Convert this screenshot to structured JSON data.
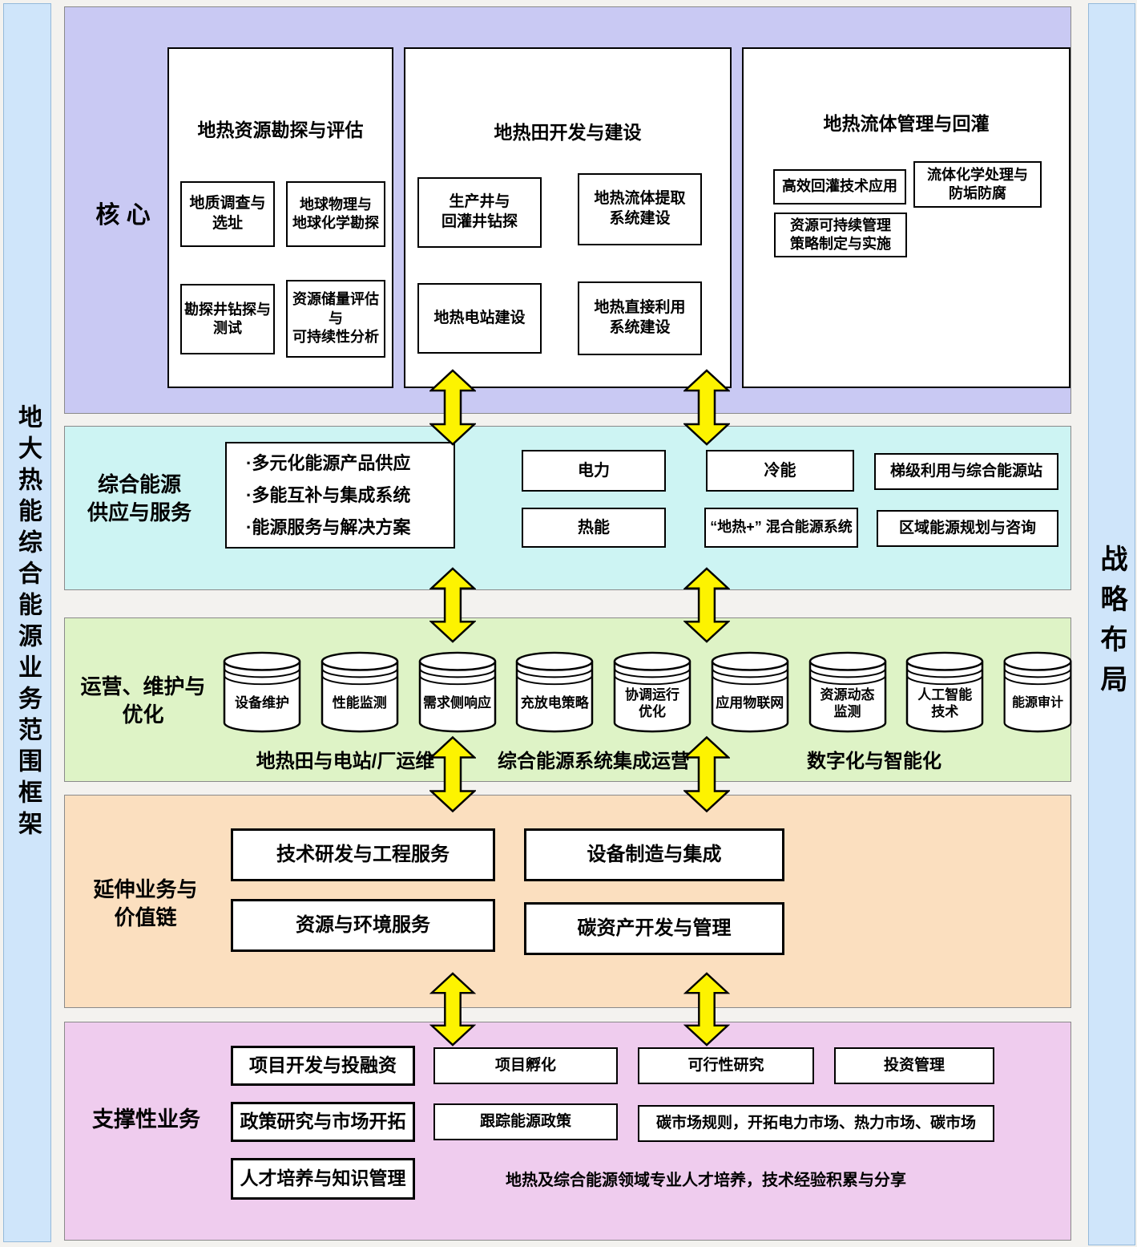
{
  "frame": {
    "left_title": "地大热能综合能源业务范围框架",
    "right_title": "战略布局"
  },
  "colors": {
    "sidebar": "#cfe5fa",
    "core_band": "#c9c9f3",
    "energy_band": "#cdf4f3",
    "operations_band": "#def3c6",
    "extension_band": "#fbdfbf",
    "support_band": "#efccee",
    "arrow": "#fdf300"
  },
  "core": {
    "label": "核 心",
    "exploration": {
      "title": "地热资源勘探与评估",
      "items": [
        "地质调查与\n选址",
        "地球物理与\n地球化学勘探",
        "勘探井钻探与\n测试",
        "资源储量评估\n与\n可持续性分析"
      ]
    },
    "development": {
      "title": "地热田开发与建设",
      "items": [
        "生产井与\n回灌井钻探",
        "地热流体提取\n系统建设",
        "地热电站建设",
        "地热直接利用\n系统建设"
      ]
    },
    "fluid": {
      "title": "地热流体管理与回灌",
      "items": [
        "高效回灌技术应用",
        "流体化学处理与\n防垢防腐",
        "资源可持续管理\n策略制定与实施"
      ]
    }
  },
  "energy": {
    "label": "综合能源\n供应与服务",
    "bullets": [
      "·多元化能源产品供应",
      "·多能互补与集成系统",
      "·能源服务与解决方案"
    ],
    "boxes": [
      "电力",
      "冷能",
      "梯级利用与综合能源站",
      "热能",
      "“地热+” 混合能源系统",
      "区域能源规划与咨询"
    ]
  },
  "operations": {
    "label": "运营、维护与\n优化",
    "cylinders": [
      "设备维护",
      "性能监测",
      "需求侧响应",
      "充放电策略",
      "协调运行\n优化",
      "应用物联网",
      "资源动态\n监测",
      "人工智能\n技术",
      "能源审计"
    ],
    "groups": [
      "地热田与电站/厂运维",
      "综合能源系统集成运营",
      "数字化与智能化"
    ]
  },
  "extension": {
    "label": "延伸业务与\n价值链",
    "boxes": [
      "技术研发与工程服务",
      "设备制造与集成",
      "资源与环境服务",
      "碳资产开发与管理"
    ]
  },
  "support": {
    "label": "支撑性业务",
    "row1": [
      "项目开发与投融资",
      "项目孵化",
      "可行性研究",
      "投资管理"
    ],
    "row2": [
      "政策研究与市场开拓",
      "跟踪能源政策",
      "碳市场规则，开拓电力市场、热力市场、碳市场"
    ],
    "row3_title": "人才培养与知识管理",
    "row3_note": "地热及综合能源领域专业人才培养，技术经验积累与分享"
  }
}
